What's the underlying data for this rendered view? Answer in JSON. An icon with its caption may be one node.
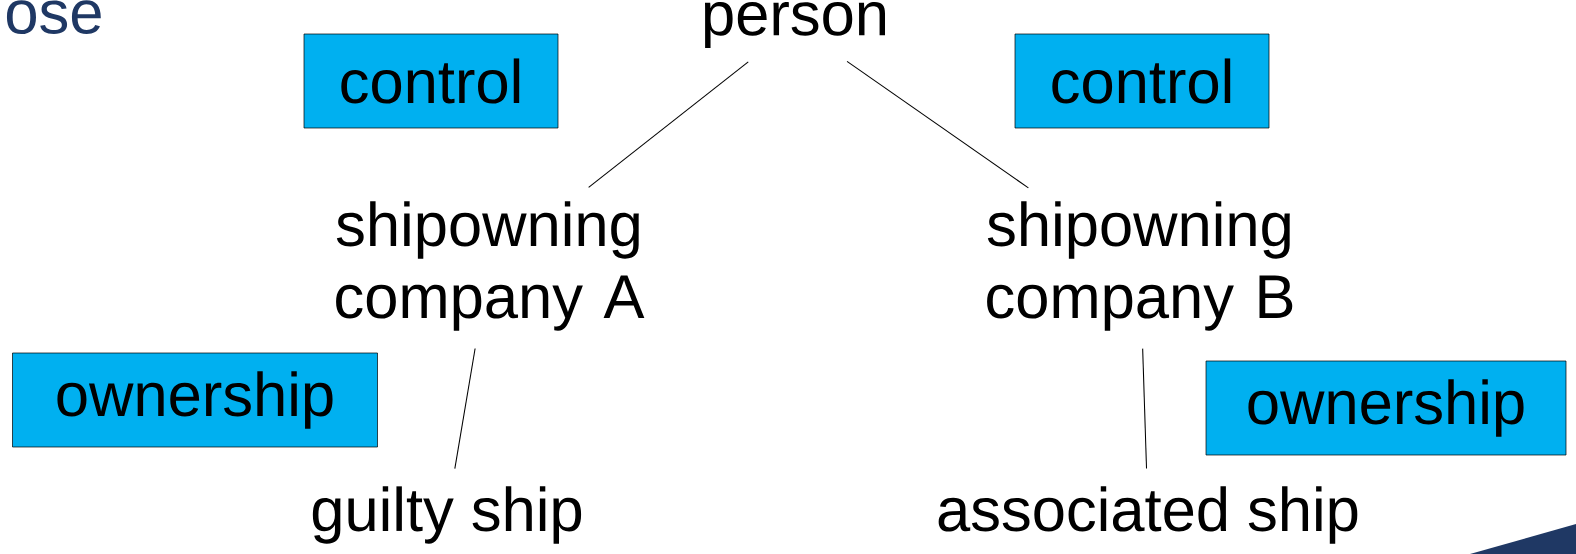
{
  "diagram": {
    "nodes": [
      {
        "text": [
          "person"
        ]
      },
      {
        "text": [
          "control"
        ]
      },
      {
        "text": [
          "control"
        ]
      },
      {
        "text": [
          "shipowning company A"
        ]
      },
      {
        "text": [
          "shipowning company B"
        ]
      },
      {
        "text": [
          "ownership"
        ]
      },
      {
        "text": [
          "ownership"
        ]
      },
      {
        "text": [
          "guilty ship"
        ]
      },
      {
        "text": [
          "associated ship"
        ]
      }
    ],
    "edges": [
      {
        "from": 0,
        "to": 3,
        "arrow": "none"
      },
      {
        "from": 0,
        "to": 4,
        "arrow": "none"
      },
      {
        "from": 3,
        "to": 7,
        "arrow": "none"
      },
      {
        "from": 4,
        "to": 8,
        "arrow": "none"
      }
    ],
    "labels": [
      "ose"
    ]
  }
}
